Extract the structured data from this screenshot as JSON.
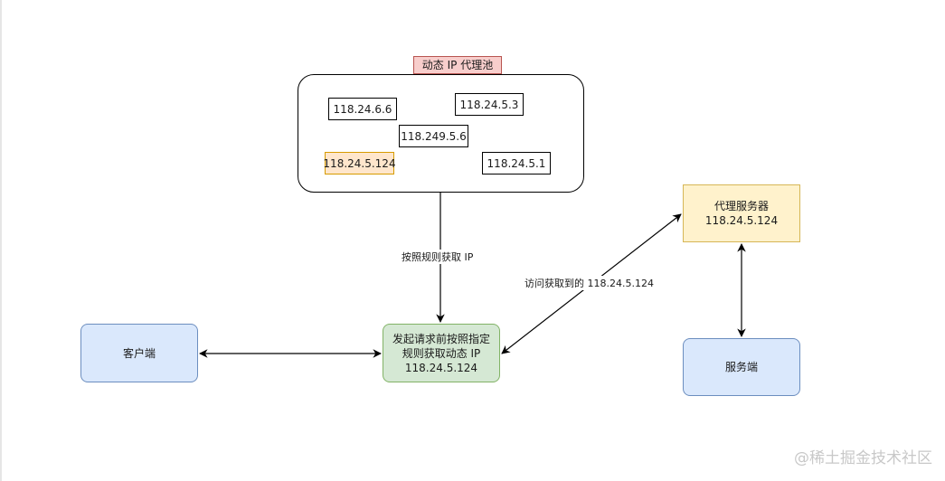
{
  "pool": {
    "title": "动态 IP 代理池",
    "ips": [
      "118.24.6.6",
      "118.24.5.3",
      "118.249.5.6",
      "118.24.5.124",
      "118.24.5.1"
    ]
  },
  "nodes": {
    "client": "客户端",
    "server": "服务端",
    "proxy_title": "代理服务器",
    "proxy_ip": "118.24.5.124",
    "request_line1": "发起请求前按照指定",
    "request_line2": "规则获取动态 IP",
    "request_line3": "118.24.5.124"
  },
  "edge_labels": {
    "fetch": "按照规则获取 IP",
    "visit": "访问获取到的  118.24.5.124"
  },
  "watermark": "@稀土掘金技术社区",
  "colors": {
    "pool_title_fill": "#f8cecc",
    "highlight_ip_fill": "#ffe6cc",
    "client_fill": "#dae8fc",
    "proxy_fill": "#fff2cc",
    "request_fill": "#d5e8d4"
  }
}
